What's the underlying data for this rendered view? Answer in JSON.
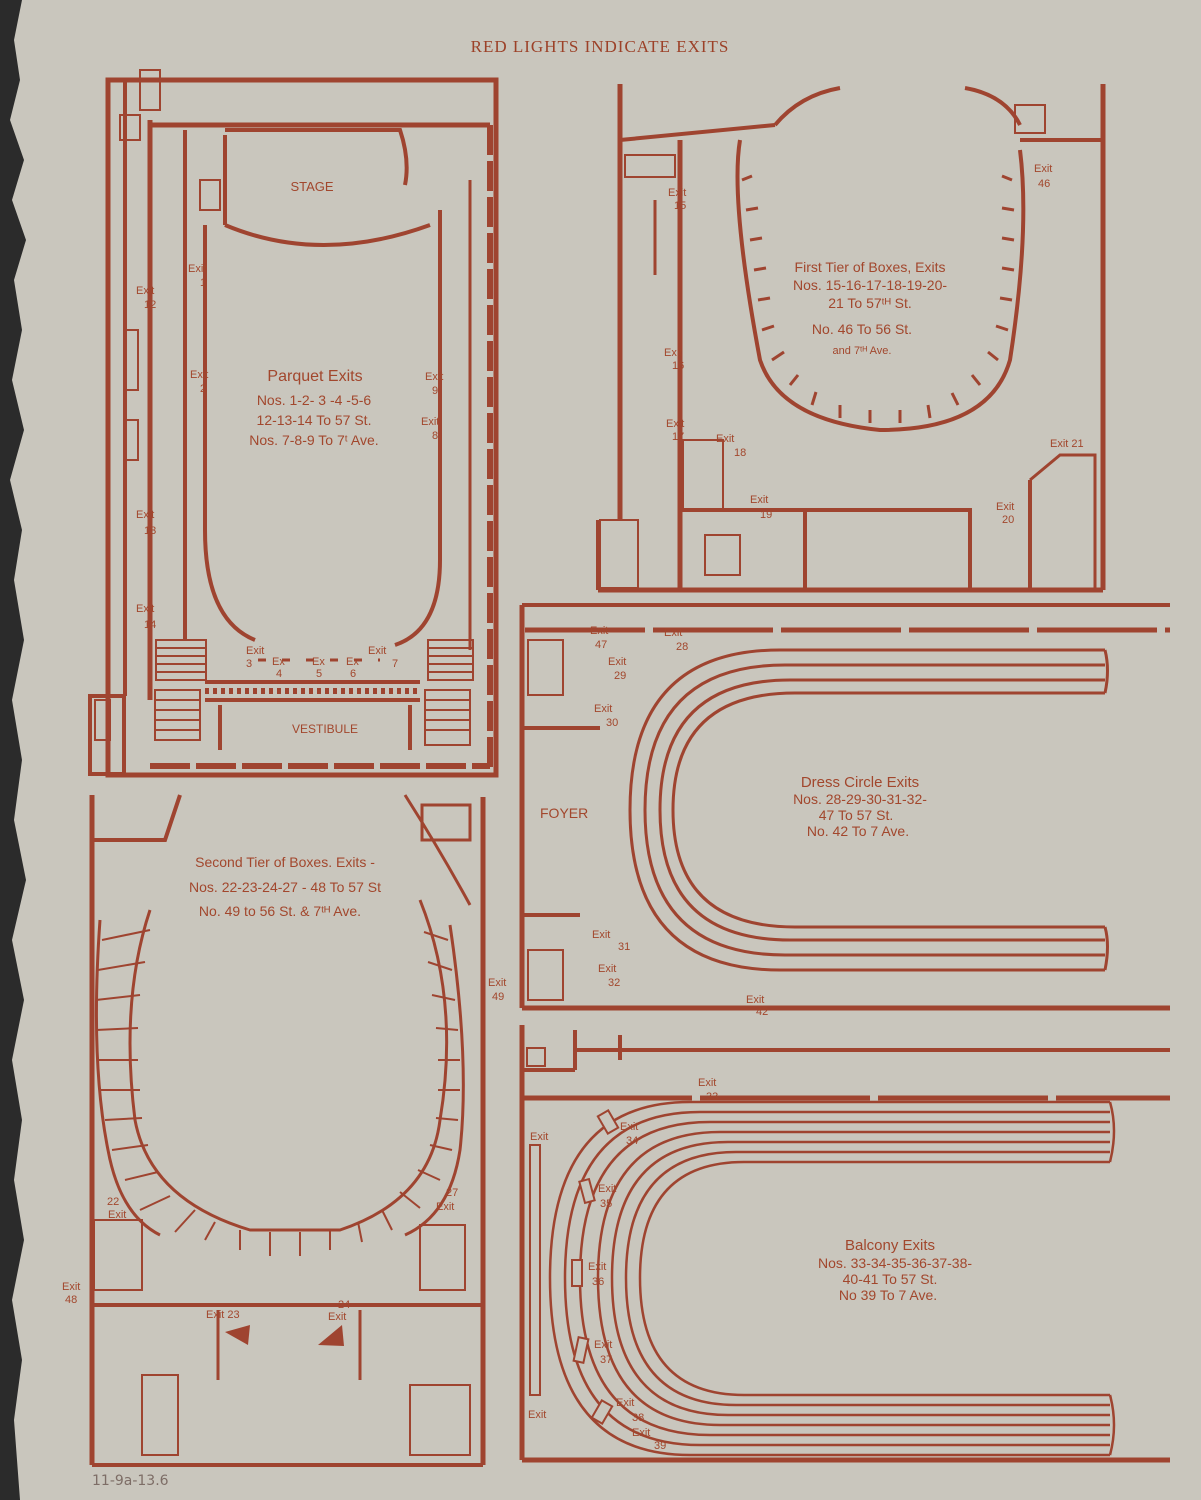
{
  "header": "RED LIGHTS INDICATE EXITS",
  "colors": {
    "paper": "#c9c6bd",
    "ink": "#9f4430"
  },
  "parquet": {
    "title": "Parquet Exits",
    "line1": "Nos. 1-2- 3 -4 -5-6",
    "line2": "12-13-14 To 57 St.",
    "line3": "Nos. 7-8-9 To 7ᵗ Ave.",
    "stage": "STAGE",
    "vestibule": "VESTIBULE",
    "exit_word": "Exit",
    "ex_word": "Ex",
    "n1": "1",
    "n2": "2",
    "n3": "3",
    "n4": "4",
    "n5": "5",
    "n6": "6",
    "n7": "7",
    "n8": "8",
    "n9": "9",
    "n12": "12",
    "n13": "13",
    "n14": "14"
  },
  "first_tier": {
    "title": "First Tier of Boxes, Exits",
    "line1": "Nos. 15-16-17-18-19-20-",
    "line2": "21 To 57ᵗᴴ St.",
    "line3": "No. 46 To 56 St.",
    "line4": "and 7ᵗᴴ Ave.",
    "n15": "15",
    "n16": "16",
    "n17": "17",
    "n18": "18",
    "n19": "19",
    "n20": "20",
    "n21": "Exit 21",
    "n46": "46"
  },
  "dress_circle": {
    "title": "Dress Circle Exits",
    "line1": "Nos. 28-29-30-31-32-",
    "line2": "47 To 57 St.",
    "line3": "No. 42 To 7 Ave.",
    "foyer": "FOYER",
    "n28": "28",
    "n29": "29",
    "n30": "30",
    "n31": "31",
    "n32": "32",
    "n42": "42",
    "n47": "47"
  },
  "second_tier": {
    "title": "Second Tier of Boxes. Exits -",
    "line1": "Nos. 22-23-24-27 - 48 To 57 St",
    "line2": "No. 49 to 56 St. & 7ᵗᴴ Ave.",
    "n22": "22",
    "n23": "Exit 23",
    "n24": "24",
    "n27": "27",
    "n48": "48",
    "n49": "49"
  },
  "balcony": {
    "title": "Balcony Exits",
    "line1": "Nos. 33-34-35-36-37-38-",
    "line2": "40-41 To 57 St.",
    "line3": "No 39 To 7 Ave.",
    "n33": "33",
    "n34": "34",
    "n35": "35",
    "n36": "36",
    "n37": "37",
    "n38": "38",
    "n39": "39"
  },
  "margin_note": "11-9a-13.6"
}
